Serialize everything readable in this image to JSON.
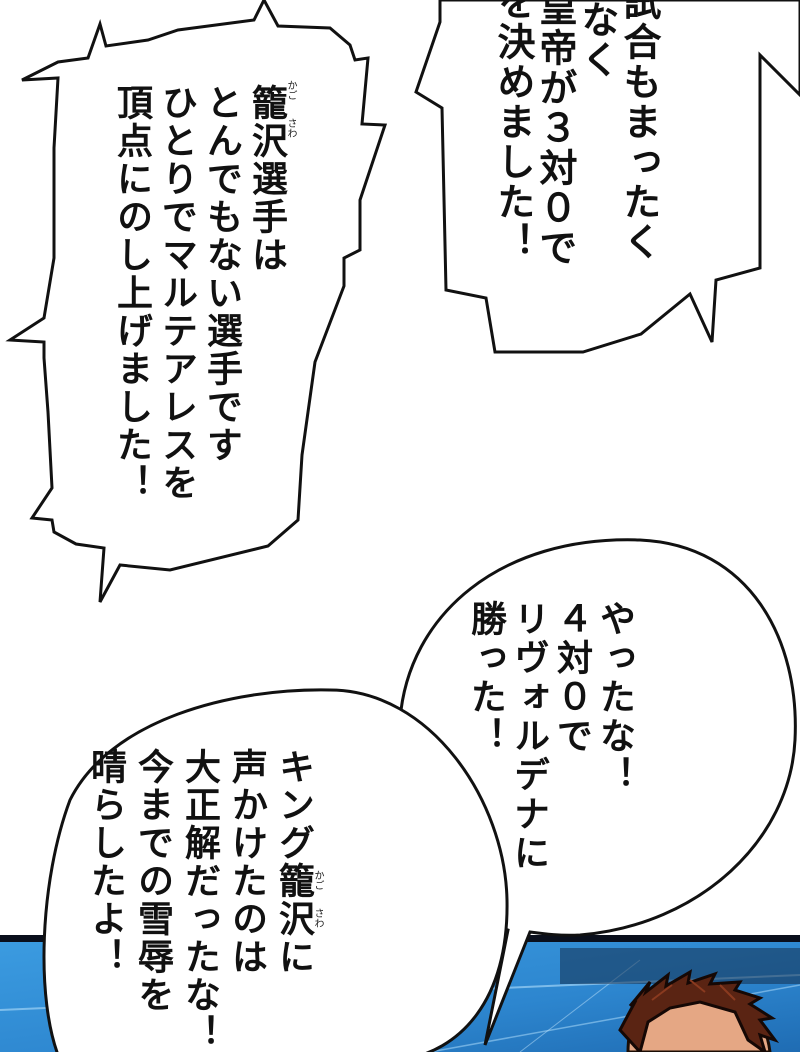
{
  "bubble_top_right": {
    "lines": [
      "試合もまったく",
      "けなく",
      "皇帝が３対０で",
      "を決めました！"
    ]
  },
  "bubble_left": {
    "lines": [
      "籠沢選手は",
      "とんでもない選手です",
      "ひとりでマルテアレスを",
      "頂点にのし上げました！"
    ],
    "ruby": [
      "かご",
      "さわ"
    ]
  },
  "bubble_oval_right": {
    "lines": [
      "やったな！",
      "４対０で",
      "リヴォルデナに",
      "勝った！"
    ]
  },
  "bubble_oval_left": {
    "lines": [
      "キング籠沢に",
      "声かけたのは",
      "大正解だったな！",
      "今までの雪辱を",
      "晴らしたよ！"
    ],
    "ruby": [
      "かご",
      "さわ"
    ]
  },
  "colors": {
    "panel_blue": "#2f8fd6",
    "panel_dark": "#0d1f3a",
    "ink": "#111111"
  }
}
